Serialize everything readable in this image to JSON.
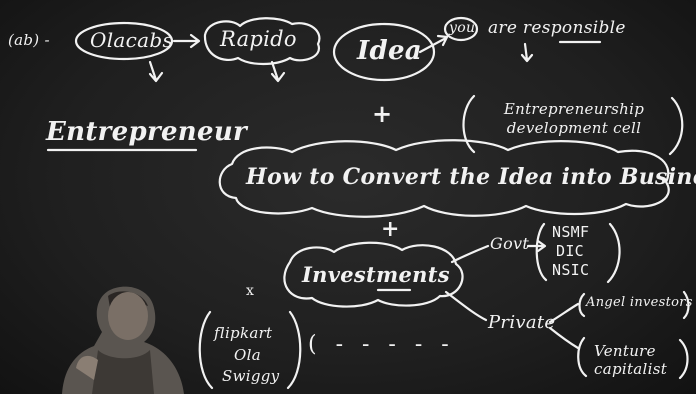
{
  "board": {
    "colors": {
      "background": "#1f1f1f",
      "chalk": "#f2f2f2"
    },
    "top": {
      "prefix": "(ab) -",
      "company_1": "Olacabs",
      "company_2": "Rapido",
      "idea": "Idea",
      "you": "you",
      "responsibility": "are responsible"
    },
    "heading": "Entrepreneur",
    "plus_1": "+",
    "cell_note": "Entrepreneurship development cell",
    "convert_line": "How to Convert the Idea into Business",
    "plus_2": "+",
    "investments": "Investments",
    "govt_label": "Govt",
    "govt_items": [
      "NSMF",
      "DIC",
      "NSIC"
    ],
    "private_label": "Private",
    "private_items": [
      "Angel investors",
      "Venture capitalist"
    ],
    "cross_mark": "x",
    "apps": [
      "flipkart",
      "Ola",
      "Swiggy"
    ],
    "dashes": "( - - - - -"
  }
}
